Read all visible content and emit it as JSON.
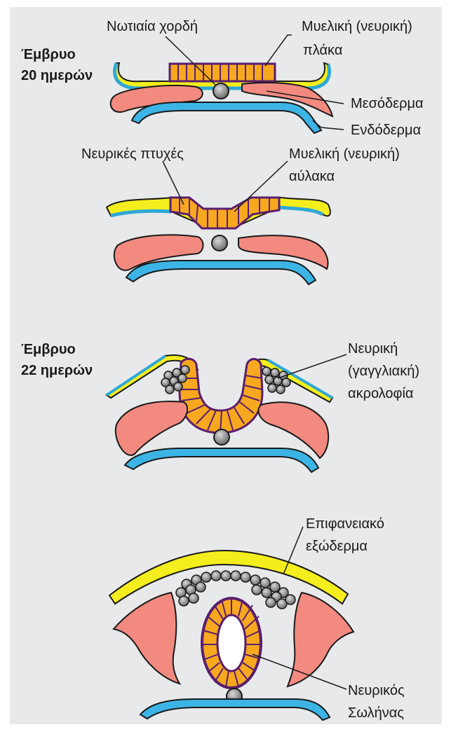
{
  "stages": [
    {
      "age_line1": "Έμβρυο",
      "age_line2": "20 ημερών"
    },
    {
      "age_line1": "Έμβρυο",
      "age_line2": "22 ημερών"
    }
  ],
  "labels": {
    "notochord": "Νωτιαία χορδή",
    "neural_plate_1": "Μυελική (νευρική)",
    "neural_plate_2": "πλάκα",
    "mesoderm": "Μεσόδερμα",
    "endoderm": "Ενδόδερμα",
    "neural_folds": "Νευρικές πτυχές",
    "neural_groove_1": "Μυελική (νευρική)",
    "neural_groove_2": "αύλακα",
    "neural_crest_1": "Νευρική",
    "neural_crest_2": "(γαγγλιακή)",
    "neural_crest_3": "ακρολοφία",
    "surface_ectoderm_1": "Επιφανειακό",
    "surface_ectoderm_2": "εξώδερμα",
    "neural_tube_1": "Νευρικός",
    "neural_tube_2": "Σωλήνας"
  },
  "colors": {
    "background": "#e8e9eb",
    "ectoderm": "#f5ee1e",
    "ectoderm_edge": "#2fa8d6",
    "neural": "#f7a81f",
    "neural_edge": "#5a1e6e",
    "mesoderm": "#f28a80",
    "endoderm": "#3cb4e6",
    "notochord": "#8a8a8a",
    "crest": "#555555"
  }
}
